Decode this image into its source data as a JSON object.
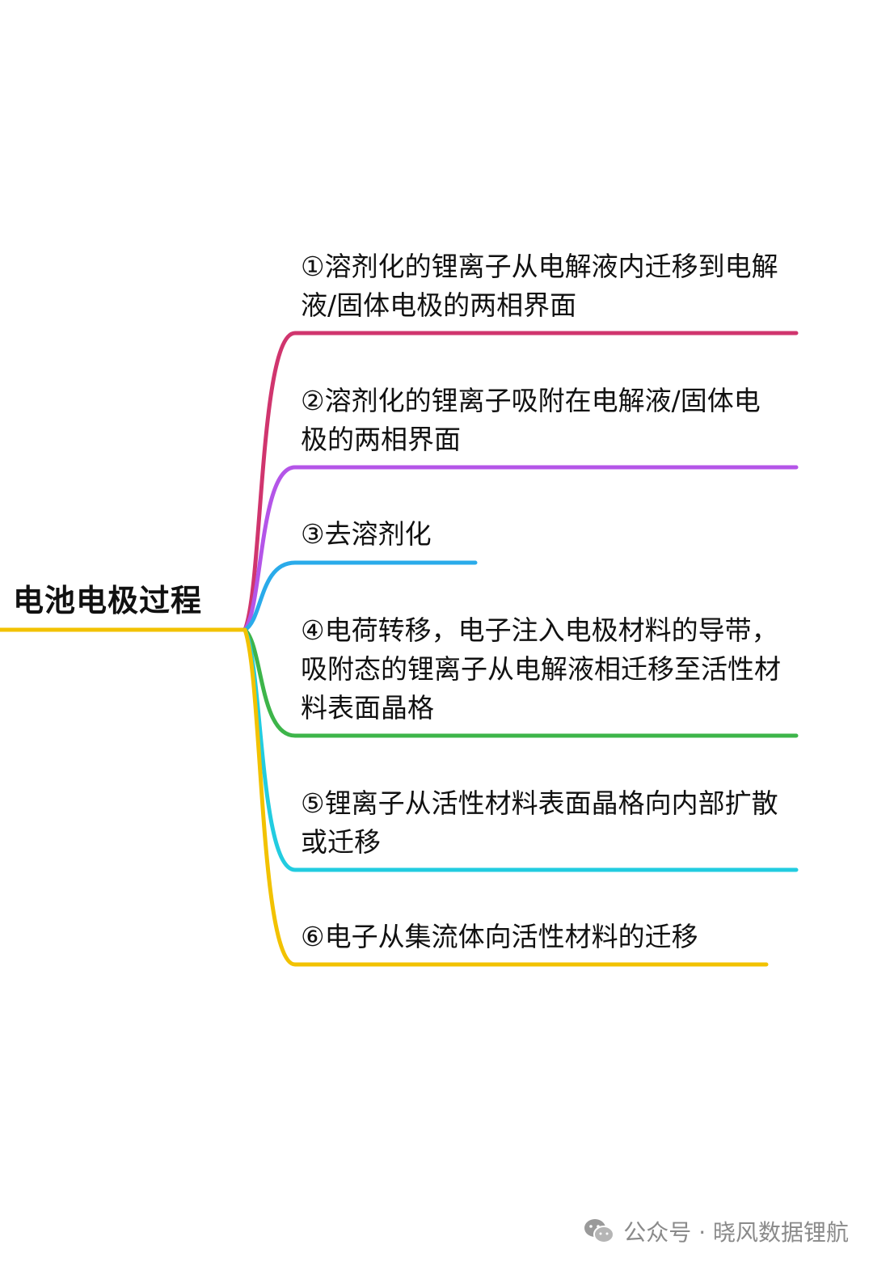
{
  "root": {
    "label": "电池电极过程",
    "color": "#F2C200"
  },
  "branches": [
    {
      "label": "①溶剂化的锂离子从电解液内迁移到电解液/固体电极的两相界面",
      "color": "#D0356E"
    },
    {
      "label": "②溶剂化的锂离子吸附在电解液/固体电极的两相界面",
      "color": "#B455E8"
    },
    {
      "label": "③去溶剂化",
      "color": "#2AABEA"
    },
    {
      "label": "④电荷转移，电子注入电极材料的导带，吸附态的锂离子从电解液相迁移至活性材料表面晶格",
      "color": "#3DB54A"
    },
    {
      "label": "⑤锂离子从活性材料表面晶格向内部扩散或迁移",
      "color": "#22CCE0"
    },
    {
      "label": "⑥电子从集流体向活性材料的迁移",
      "color": "#F2C200"
    }
  ],
  "watermark": {
    "text": "公众号 · 晓风数据锂航",
    "icon": "wechat-icon"
  }
}
